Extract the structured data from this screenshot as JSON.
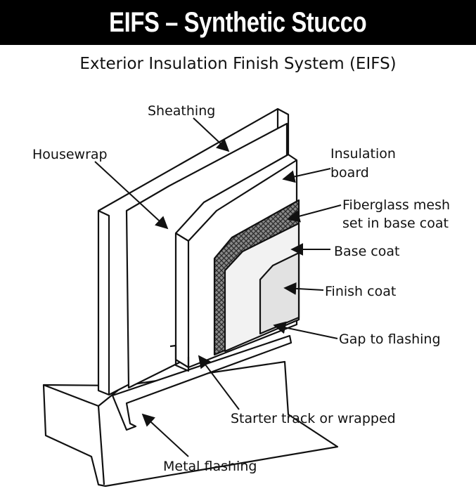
{
  "header": {
    "title": "EIFS – Synthetic Stucco",
    "subtitle": "Exterior Insulation Finish System (EIFS)"
  },
  "labels": {
    "sheathing": "Sheathing",
    "housewrap": "Housewrap",
    "insulation_line1": "Insulation",
    "insulation_line2": "board",
    "mesh_line1": "Fiberglass mesh",
    "mesh_line2": "set in base coat",
    "base_coat": "Base coat",
    "finish_coat": "Finish coat",
    "gap": "Gap to flashing",
    "starter": "Starter track or wrapped",
    "flashing": "Metal flashing"
  },
  "colors": {
    "title_bg": "#000000",
    "title_fg": "#ffffff",
    "line": "#111111",
    "base_coat_fill": "#f2f2f2",
    "finish_coat_fill": "#e2e2e2"
  }
}
